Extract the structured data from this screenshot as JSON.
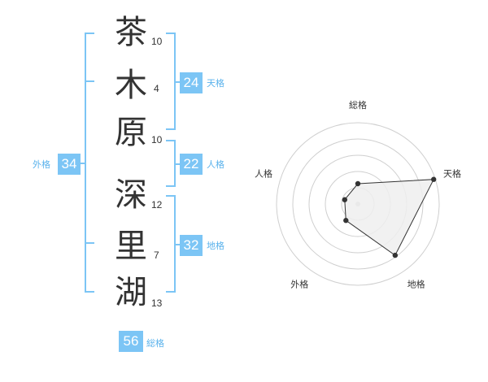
{
  "name": {
    "characters": [
      {
        "char": "茶",
        "strokes": "10"
      },
      {
        "char": "木",
        "strokes": "4"
      },
      {
        "char": "原",
        "strokes": "10"
      },
      {
        "char": "深",
        "strokes": "12"
      },
      {
        "char": "里",
        "strokes": "7"
      },
      {
        "char": "湖",
        "strokes": "13"
      }
    ]
  },
  "kakusu": {
    "tenkaku": {
      "value": "24",
      "label": "天格"
    },
    "jinkaku": {
      "value": "22",
      "label": "人格"
    },
    "chikaku": {
      "value": "32",
      "label": "地格"
    },
    "gaikaku": {
      "value": "34",
      "label": "外格"
    },
    "soukaku": {
      "value": "56",
      "label": "総格"
    }
  },
  "colors": {
    "accent": "#7cc5f5",
    "accent_text": "#5ab2ec"
  },
  "chart_data": {
    "type": "radar",
    "axes": [
      "総格",
      "天格",
      "地格",
      "外格",
      "人格"
    ],
    "rings": 5,
    "values": [
      0.25,
      0.98,
      0.78,
      0.25,
      0.17
    ],
    "fill": "#efefef",
    "stroke": "#333333"
  }
}
